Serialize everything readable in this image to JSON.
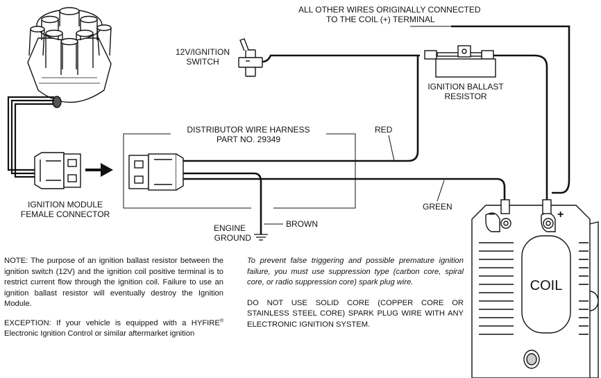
{
  "labels": {
    "other_wires_line1": "ALL OTHER WIRES ORIGINALLY CONNECTED",
    "other_wires_line2": "TO THE COIL (+) TERMINAL",
    "switch_line1": "12V/IGNITION",
    "switch_line2": "SWITCH",
    "ballast_line1": "IGNITION BALLAST",
    "ballast_line2": "RESISTOR",
    "harness_line1": "DISTRIBUTOR WIRE HARNESS",
    "harness_line2": "PART NO. 29349",
    "red": "RED",
    "green": "GREEN",
    "brown": "BROWN",
    "engine_line1": "ENGINE",
    "engine_line2": "GROUND",
    "module_line1": "IGNITION MODULE",
    "module_line2": "FEMALE CONNECTOR",
    "coil": "COIL",
    "minus": "−",
    "plus": "+"
  },
  "notes": {
    "note": "NOTE: The purpose of an ignition ballast resistor between the ignition switch (12V) and the ignition coil positive terminal is to restrict current flow through the ignition coil. Failure to use an ignition ballast resistor will eventually destroy the Ignition Module.",
    "exception_prefix": "EXCEPTION: If your vehicle is equipped with a HYFIRE",
    "exception_reg": "®",
    "exception_suffix": " Electronic Ignition Control or similar aftermarket ignition",
    "suppression": "To prevent false triggering and possible premature ignition failure, you must use suppression type (carbon core, spiral core, or radio suppression core) spark plug wire.",
    "solid_core": "DO NOT USE SOLID CORE (COPPER CORE OR STAINLESS STEEL CORE) SPARK PLUG WIRE WITH ANY ELECTRONIC IGNITION SYSTEM."
  },
  "colors": {
    "line": "#111111",
    "background": "#ffffff"
  }
}
